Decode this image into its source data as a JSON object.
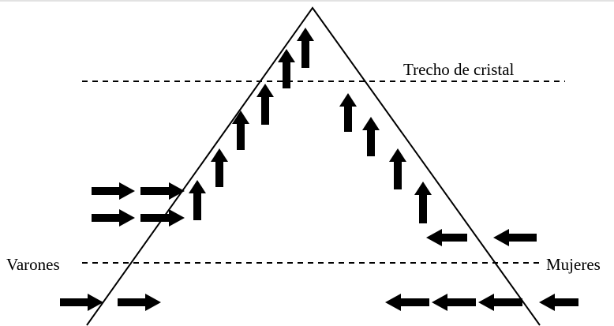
{
  "labels": {
    "glass_label": "Trecho de cristal",
    "left_label": "Varones",
    "right_label": "Mujeres"
  },
  "colors": {
    "stroke": "#000000",
    "arrow_fill": "#000000",
    "background": "#ffffff"
  }
}
